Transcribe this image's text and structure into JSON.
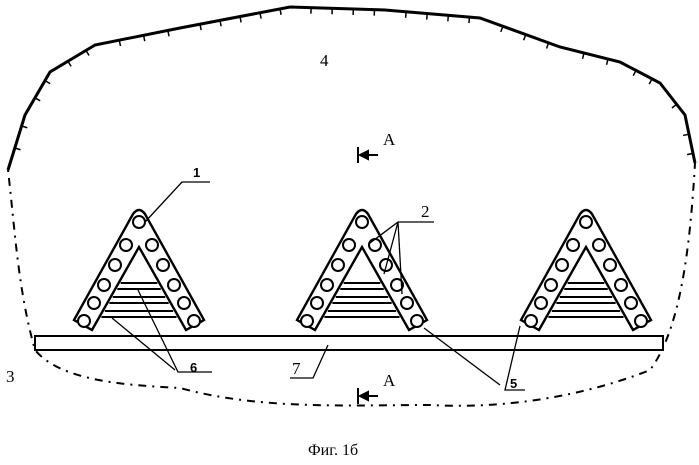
{
  "labels": {
    "zone_upper": "4",
    "zone_left": "3",
    "section_top": "A",
    "section_bottom": "A",
    "callout_1": "1",
    "callout_2": "2",
    "callout_5": "5",
    "callout_6": "6",
    "callout_7": "7"
  },
  "caption": "Фиг. 1б",
  "colors": {
    "ink": "#000000",
    "paper": "#ffffff"
  }
}
